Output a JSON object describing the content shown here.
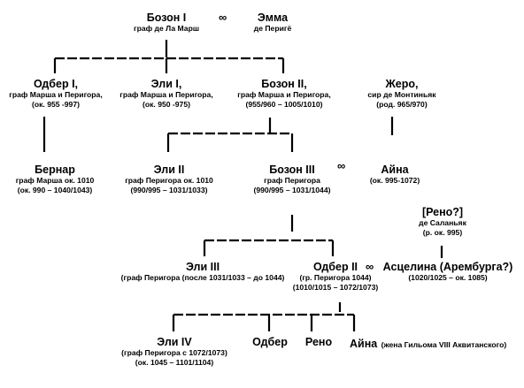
{
  "diagram": {
    "marriage_symbol": "∞",
    "people": {
      "bozon1": {
        "name": "Бозон I",
        "lines": [
          "граф де Ла Марш"
        ]
      },
      "emma": {
        "name": "Эмма",
        "lines": [
          "де Перигё"
        ]
      },
      "odber1": {
        "name": "Одбер I,",
        "lines": [
          "граф Марша и Перигора,",
          "(ок. 955 -997)"
        ]
      },
      "eli1": {
        "name": "Эли I,",
        "lines": [
          "граф Марша и Перигора,",
          "(ок. 950 -975)"
        ]
      },
      "bozon2": {
        "name": "Бозон II,",
        "lines": [
          "граф Марша и Перигора,",
          "(955/960 – 1005/1010)"
        ]
      },
      "zhero": {
        "name": "Жеро,",
        "lines": [
          "сир де Монтиньяк",
          "(род. 965/970)"
        ]
      },
      "bernar": {
        "name": "Бернар",
        "lines": [
          "граф Марша ок. 1010",
          "(ок. 990 – 1040/1043)"
        ]
      },
      "eli2": {
        "name": "Эли II",
        "lines": [
          "граф Перигора ок. 1010",
          "(990/995 – 1031/1033)"
        ]
      },
      "bozon3": {
        "name": "Бозон III",
        "lines": [
          "граф Перигора",
          "(990/995 – 1031/1044)"
        ]
      },
      "aina1": {
        "name": "Айна",
        "lines": [
          "(ок. 995-1072)"
        ]
      },
      "reno_q": {
        "name": "[Рено?]",
        "lines": [
          "де Саланьяк",
          "(р. ок. 995)"
        ]
      },
      "eli3": {
        "name": "Эли III",
        "lines": [
          "(граф Перигора (после 1031/1033 – до 1044)"
        ]
      },
      "odber2": {
        "name": "Одбер II",
        "lines": [
          "(гр. Перигора 1044)",
          "(1010/1015 – 1072/1073)"
        ]
      },
      "aselina": {
        "name": "Асцелина (Арембурга?)",
        "lines": [
          "(1020/1025 – ок. 1085)"
        ]
      },
      "eli4": {
        "name": "Эли IV",
        "lines": [
          "(граф Перигора с 1072/1073)",
          "(ок. 1045 – 1101/1104)"
        ]
      },
      "odber": {
        "name": "Одбер",
        "lines": []
      },
      "reno": {
        "name": "Рено",
        "lines": []
      },
      "aina2": {
        "name": "Айна",
        "note": "(жена Гильома VIII Аквитанского)",
        "lines": []
      }
    }
  }
}
